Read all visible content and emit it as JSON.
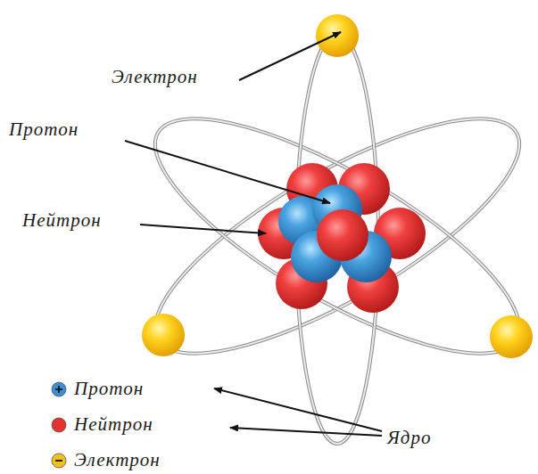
{
  "diagram": {
    "labels": [
      "Электрон",
      "Протон",
      "Нейтрон",
      "Ядро"
    ],
    "legend": [
      {
        "text": "Протон",
        "color": "#3b8fd4"
      },
      {
        "text": "Нейтрон",
        "color": "#e2332f"
      },
      {
        "text": "Электрон",
        "color": "#f2c21b"
      }
    ]
  }
}
